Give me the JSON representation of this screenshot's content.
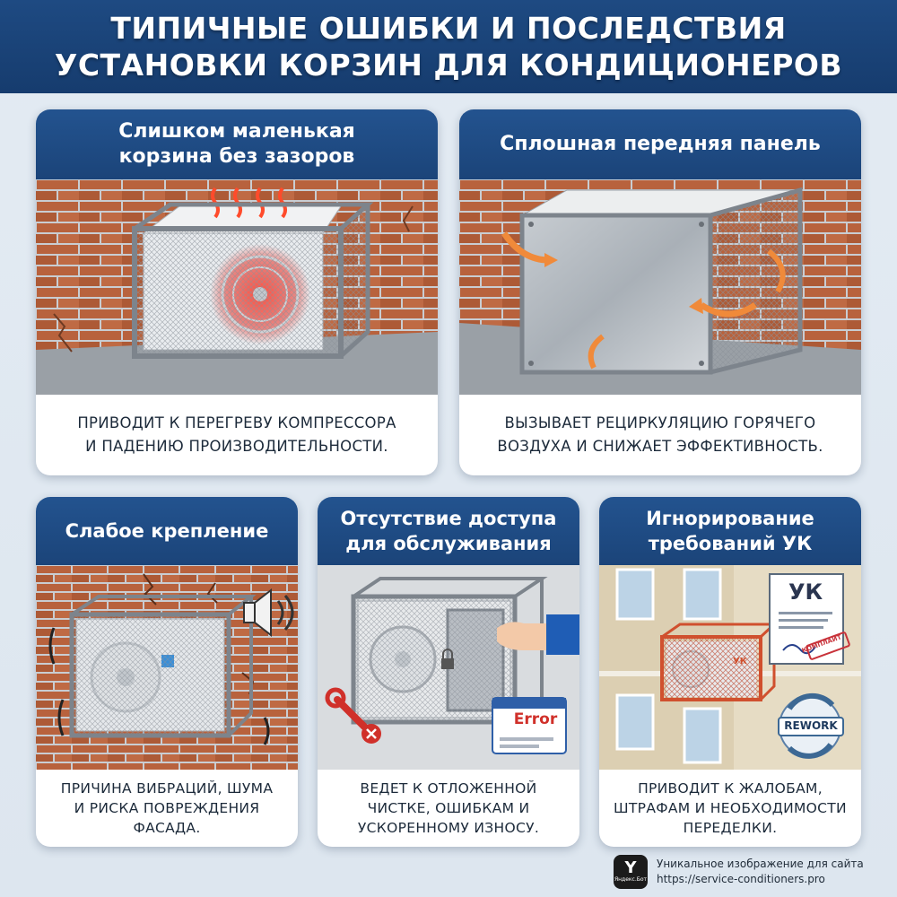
{
  "header": {
    "title_line1": "ТИПИЧНЫЕ ОШИБКИ И ПОСЛЕДСТВИЯ",
    "title_line2": "УСТАНОВКИ КОРЗИН ДЛЯ КОНДИЦИОНЕРОВ"
  },
  "cards": [
    {
      "title_lines": [
        "Слишком маленькая",
        "корзина без зазоров"
      ],
      "desc_lines": [
        "ПРИВОДИТ К ПЕРЕГРЕВУ КОМПРЕССОРА",
        "И ПАДЕНИЮ ПРОИЗВОДИТЕЛЬНОСТИ."
      ],
      "illustration": "overheating-ac-unit-in-tight-cage"
    },
    {
      "title_lines": [
        "Сплошная передняя панель"
      ],
      "desc_lines": [
        "ВЫЗЫВАЕТ РЕЦИРКУЛЯЦИЮ ГОРЯЧЕГО",
        "ВОЗДУХА И СНИЖАЕТ ЭФФЕКТИВНОСТЬ."
      ],
      "illustration": "solid-metal-front-panel-recirculation"
    },
    {
      "title_lines": [
        "Слабое крепление"
      ],
      "desc_lines": [
        "ПРИЧИНА ВИБРАЦИЙ, ШУМА",
        "И РИСКА ПОВРЕЖДЕНИЯ",
        "ФАСАДА."
      ],
      "illustration": "loose-mount-vibration-cracks",
      "icons": [
        "speaker-icon"
      ]
    },
    {
      "title_lines": [
        "Отсутствие доступа",
        "для обслуживания"
      ],
      "desc_lines": [
        "ВЕДЕТ К ОТЛОЖЕННОЙ",
        "ЧИСТКЕ, ОШИБКАМ И",
        "УСКОРЕННОМУ ИЗНОСУ."
      ],
      "illustration": "locked-cage-no-service-access",
      "error_label": "Error",
      "icons": [
        "wrench-icon",
        "error-window-icon",
        "lock-icon"
      ]
    },
    {
      "title_lines": [
        "Игнорирование",
        "требований УК"
      ],
      "desc_lines": [
        "ПРИВОДИТ К ЖАЛОБАМ,",
        "ШТРАФАМ И НЕОБХОДИМОСТИ",
        "ПЕРЕДЕЛКИ."
      ],
      "illustration": "building-facade-with-red-cage",
      "doc_label": "УК",
      "stamp_label": "КОМПЛАЙТ",
      "rework_label": "REWORK",
      "cage_mark": "УК",
      "icons": [
        "document-icon",
        "rework-cycle-icon"
      ]
    }
  ],
  "footer": {
    "logo_letter": "Y",
    "logo_brand": "Яндекс.Бот",
    "line1": "Уникальное изображение для сайта",
    "line2": "https://service-conditioners.pro"
  },
  "colors": {
    "header_bg": "#1e4a82",
    "caption_bg": "#23538f",
    "brick": "#b8623d",
    "arrow_orange": "#f08a3a",
    "heat_red": "#e8342a",
    "error_red": "#d0302a"
  }
}
